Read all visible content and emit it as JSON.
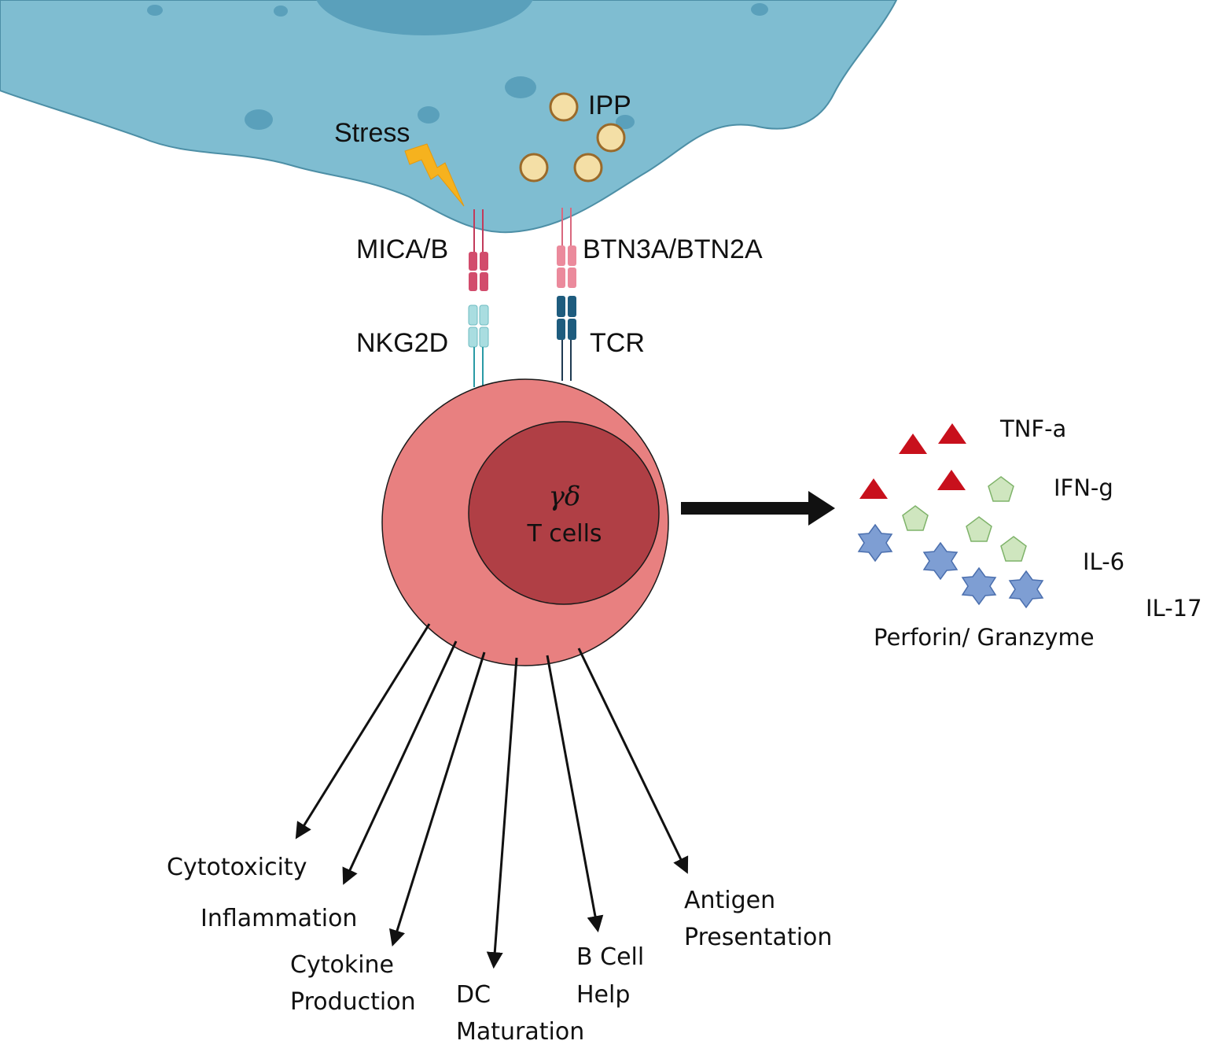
{
  "tumor_cell": {
    "stress_label": "Stress",
    "ipp_label": "IPP"
  },
  "receptors": {
    "ligand_left": "MICA/B",
    "ligand_right": "BTN3A/BTN2A",
    "receptor_left": "NKG2D",
    "receptor_right": "TCR"
  },
  "t_cell": {
    "greek": "γδ",
    "label": "T cells"
  },
  "cytokines": {
    "tnf": "TNF-a",
    "ifn": "IFN-g",
    "il6": "IL-6",
    "il17": "IL-17",
    "perforin": "Perforin/ Granzyme"
  },
  "functions": {
    "cytotoxicity": "Cytotoxicity",
    "inflammation": "Inflammation",
    "cytokine_line1": "Cytokine",
    "cytokine_line2": "Production",
    "dc_line1": "DC",
    "dc_line2": "Maturation",
    "bcell_line1": "B Cell",
    "bcell_line2": "Help",
    "antigen_line1": "Antigen",
    "antigen_line2": "Presentation"
  },
  "colors": {
    "tumor_cell": "#7fbdd1",
    "tumor_nucleus": "#5aa0bb",
    "ipp_fill": "#f4dfa6",
    "ipp_stroke": "#9a6a2a",
    "bolt": "#f6b21e",
    "tcell_outer": "#e88080",
    "tcell_inner": "#b03f45",
    "mica": "#d24c6c",
    "btn": "#eb8a9c",
    "nkg2d": "#a9dde0",
    "tcr": "#1e5c7e",
    "tnf_triangle": "#c8101c",
    "ifn_pentagon": "#cfe6bf",
    "star": "#7e9ed3"
  }
}
